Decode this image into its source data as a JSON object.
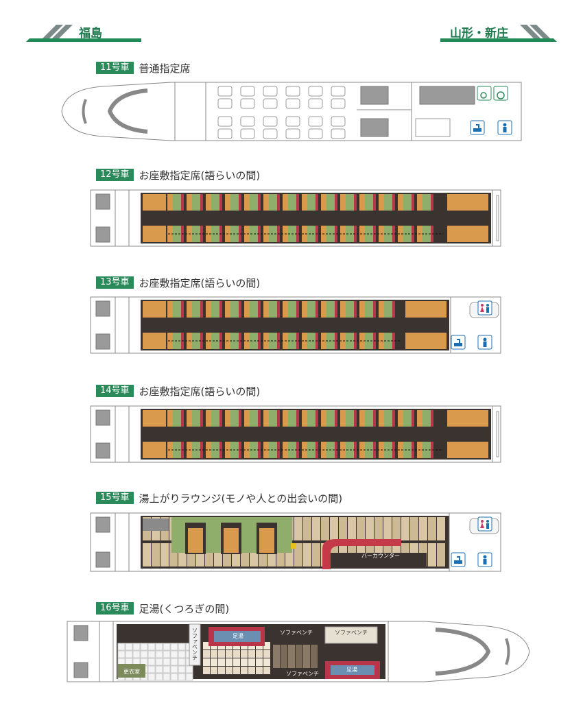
{
  "destinations": {
    "left": "福島",
    "right": "山形・新庄"
  },
  "cars": [
    {
      "no": "11号車",
      "title": "普通指定席"
    },
    {
      "no": "12号車",
      "title": "お座敷指定席(語らいの間)"
    },
    {
      "no": "13号車",
      "title": "お座敷指定席(語らいの間)"
    },
    {
      "no": "14号車",
      "title": "お座敷指定席(語らいの間)"
    },
    {
      "no": "15号車",
      "title": "湯上がりラウンジ(モノや人との出会いの間)"
    },
    {
      "no": "16号車",
      "title": "足湯(くつろぎの間)"
    }
  ],
  "labels15": {
    "bar_counter": "バーカウンター"
  },
  "labels16": {
    "sofa_bench_vertical": "ソファベンチ",
    "sofa_bench_top_1": "ソファベンチ",
    "sofa_bench_top_2": "ソファベンチ",
    "sofa_bench_bottom": "ソファベンチ",
    "footbath_1": "足湯",
    "footbath_2": "足湯",
    "changing_room": "更衣室"
  },
  "colors": {
    "brand_green": "#2a8a5a",
    "tatami_green": "#8fae6b",
    "wood": "#d99a4e",
    "cushion_red": "#b8354a",
    "floor_dark": "#3a3330",
    "bar_red": "#c43a48",
    "icon_blue": "#1a6fb3"
  },
  "icons": [
    "wheelchair-space-icon",
    "wheelchair-icon",
    "washbasin-icon",
    "toilet-icon",
    "multipurpose-toilet-icon"
  ]
}
